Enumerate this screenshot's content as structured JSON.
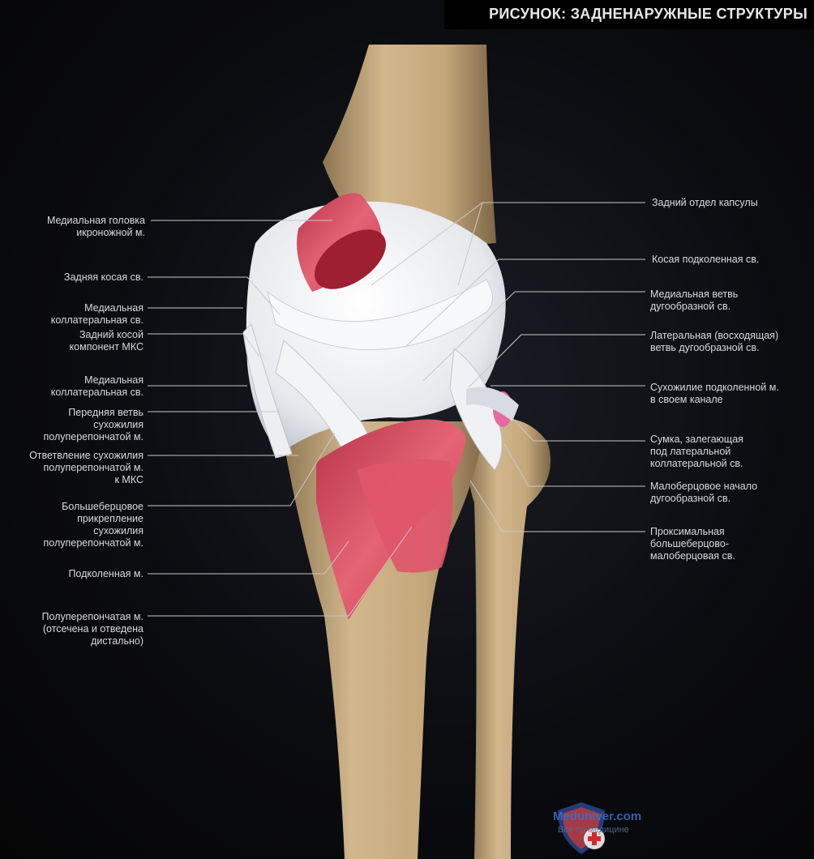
{
  "title": "РИСУНОК: ЗАДНЕНАРУЖНЫЕ СТРУКТУРЫ",
  "labels_left": [
    "Медиальная головка\nикроножной м.",
    "Задняя косая св.",
    "Медиальная\nколлатеральная св.",
    "Задний косой\nкомпонент МКС",
    "Медиальная\nколлатеральная св.",
    "Передняя ветвь\nсухожилия\nполуперепончатой м.",
    "Ответвление сухожилия\nполуперепончатой м.\nк МКС",
    "Большеберцовое\nприкрепление\nсухожилия\nполуперепончатой м.",
    "Подколенная м.",
    "Полуперепончатая м.\n(отсечена и отведена\nдистально)"
  ],
  "labels_right": [
    "Задний отдел капсулы",
    "Косая подколенная св.",
    "Медиальная ветвь\nдугообразной св.",
    "Латеральная (восходящая)\nветвь дугообразной св.",
    "Сухожилие подколенной м.\nв своем канале",
    "Сумка, залегающая\nпод латеральной\nколлатеральной св.",
    "Малоберцовое начало\nдугообразной св.",
    "Проксимальная\nбольшеберцово-\nмалоберцовая св."
  ],
  "watermark": {
    "name": "Meduniver.com",
    "tagline": "Все по медицине"
  },
  "colors": {
    "background": "#0b0c10",
    "bone": "#c9ad82",
    "ligament": "#eef0f3",
    "muscle": "#d9475c",
    "label_text": "#d9dadc",
    "leader_line": "#c8c8c8"
  }
}
